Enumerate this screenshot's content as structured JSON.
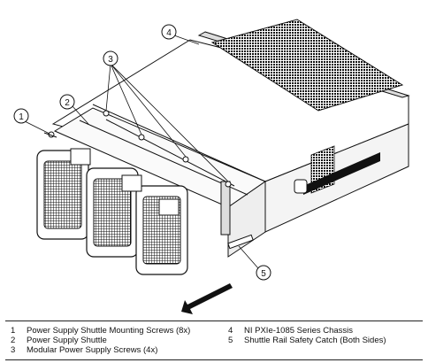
{
  "callouts": [
    "1",
    "2",
    "3",
    "4",
    "5"
  ],
  "legend": [
    {
      "num": "1",
      "text": "Power Supply Shuttle Mounting Screws (8x)"
    },
    {
      "num": "2",
      "text": "Power Supply Shuttle"
    },
    {
      "num": "3",
      "text": "Modular Power Supply Screws (4x)"
    },
    {
      "num": "4",
      "text": "NI PXIe-1085 Series Chassis"
    },
    {
      "num": "5",
      "text": "Shuttle Rail Safety Catch (Both Sides)"
    }
  ]
}
